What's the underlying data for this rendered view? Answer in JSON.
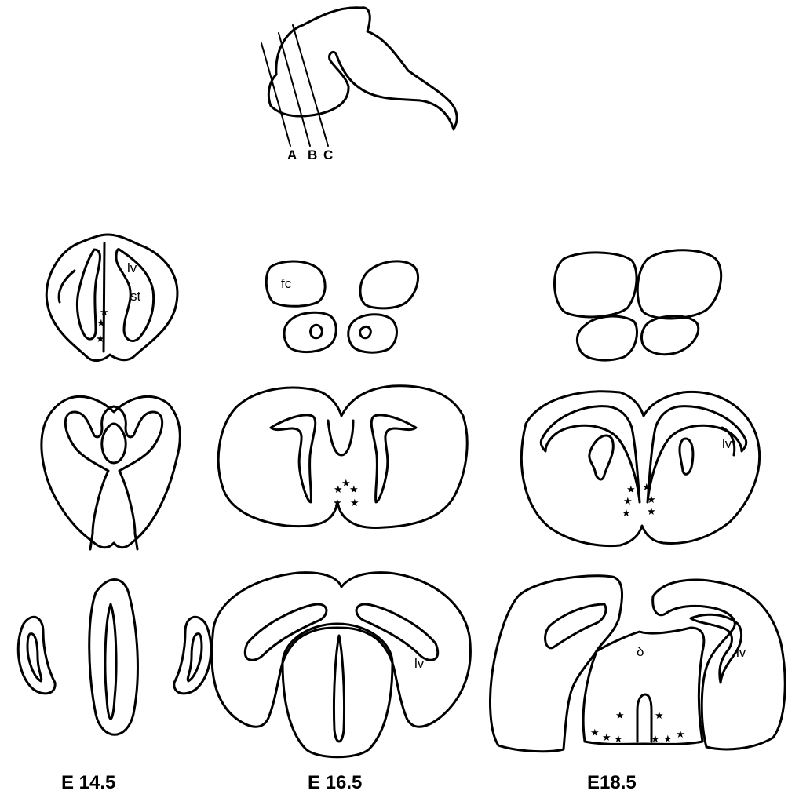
{
  "cut_lines": [
    "A",
    "B",
    "C"
  ],
  "stages": [
    "E 14.5",
    "E 16.5",
    "E18.5"
  ],
  "labels": {
    "lv": "lv",
    "st": "st",
    "fc": "fc",
    "delta": "δ"
  },
  "marker": "★"
}
